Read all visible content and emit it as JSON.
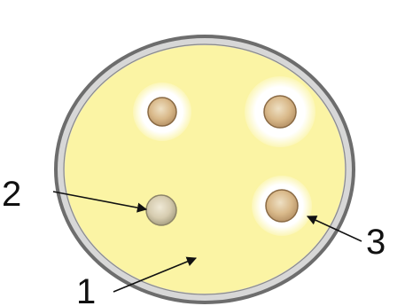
{
  "labels": {
    "one": "1",
    "two": "2",
    "three": "3"
  },
  "colors": {
    "agar": "#fbf4a4",
    "rim_outer": "#6d6d6d",
    "rim_inner": "#d7d7d7",
    "disc": "#d9b98a",
    "disc_edge": "#8a6a44",
    "halo": "#ffffff",
    "label_text": "#111111",
    "arrow": "#111111"
  }
}
